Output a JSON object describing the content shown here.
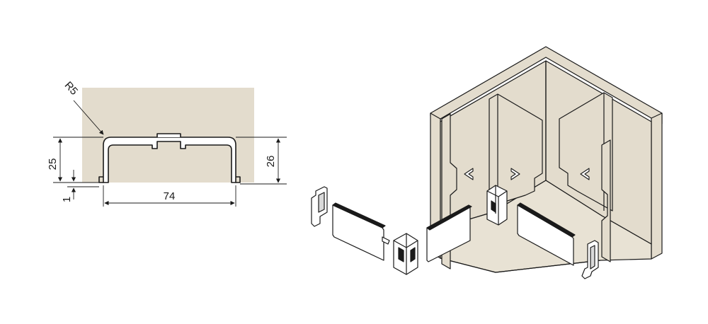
{
  "profile_drawing": {
    "radius_label": "R5",
    "height_outer_label": "25",
    "height_inner_label": "26",
    "gap_label": "1",
    "width_label": "74"
  },
  "colors": {
    "panel_fill": "#e3dccd",
    "line": "#1a1a1a",
    "metal_fill": "#ffffff"
  }
}
